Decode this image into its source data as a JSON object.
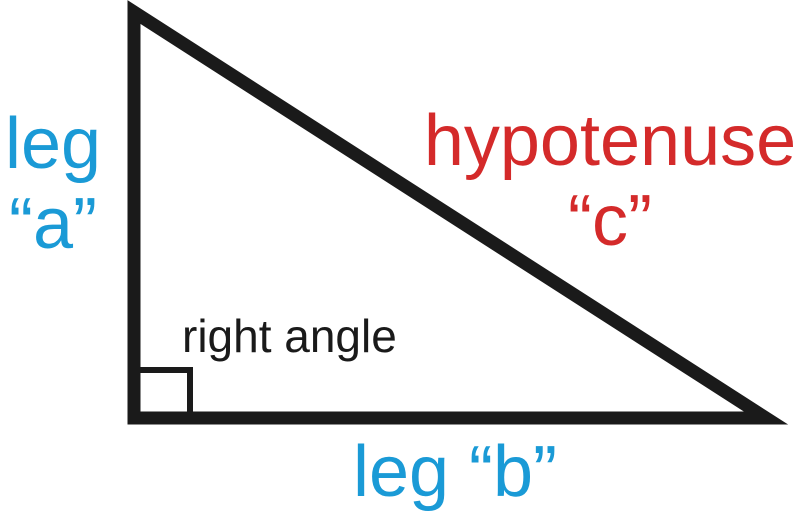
{
  "labels": {
    "leg_a_word": "leg",
    "leg_a_letter": "“a”",
    "hypotenuse_word": "hypotenuse",
    "hypotenuse_letter": "“c”",
    "right_angle": "right angle",
    "leg_b": "leg “b”"
  },
  "colors": {
    "leg": "#1a9ad6",
    "hypotenuse": "#d42a2a",
    "text": "#1a1a1a",
    "stroke": "#1a1a1a"
  }
}
